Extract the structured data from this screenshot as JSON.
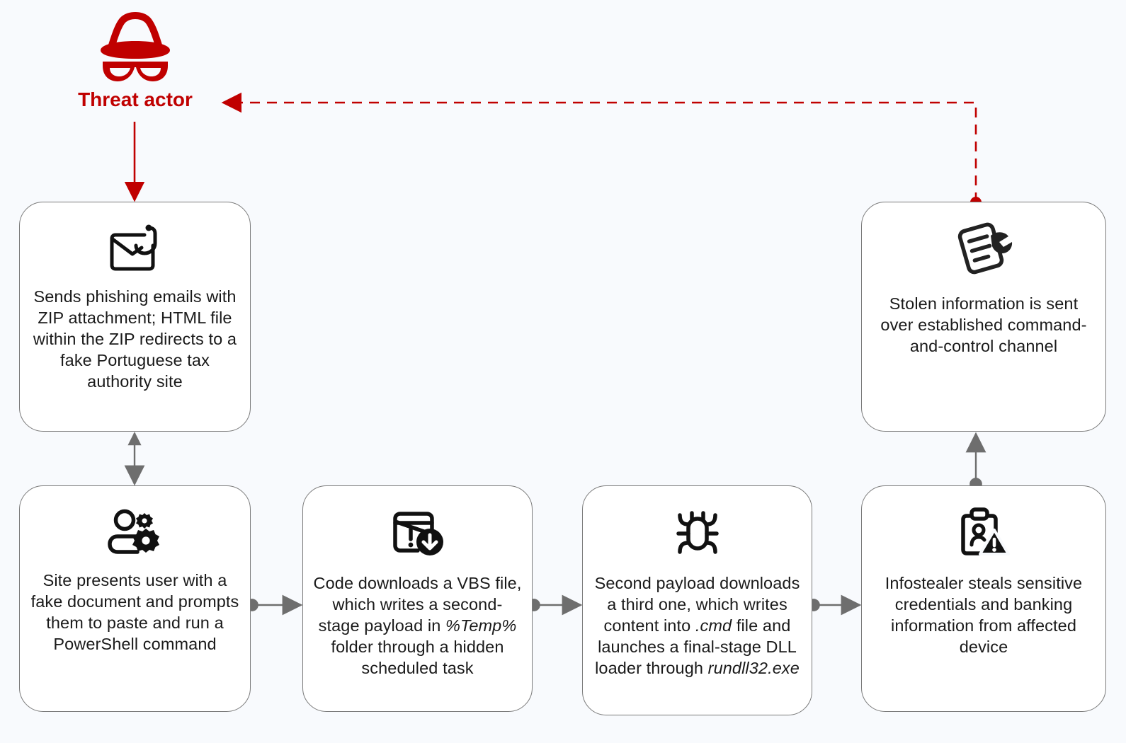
{
  "diagram": {
    "title": "Threat actor attack chain",
    "background_color": "#f8fafd",
    "accent_color": "#c00000",
    "node_border_color": "#7a7a7a",
    "edge_color": "#6e6e6e"
  },
  "actor": {
    "label": "Threat actor",
    "icon": "incognito-spy-icon",
    "color": "#c00000"
  },
  "nodes": [
    {
      "id": "phishing",
      "icon": "phishing-email-hook-icon",
      "text": "Sends phishing emails with ZIP attachment; HTML file within the ZIP redirects to a fake Portuguese tax authority site",
      "lines": [
        "Sends phishing emails",
        "with ZIP attachment;",
        "HTML file within the ZIP",
        "redirects to a fake",
        "Portuguese tax authority",
        "site"
      ]
    },
    {
      "id": "c2",
      "icon": "document-with-pen-icon",
      "text": "Stolen information is sent over established command-and-control channel",
      "lines": [
        "Stolen information is sent",
        "over established",
        "command-and-control",
        "channel"
      ]
    },
    {
      "id": "fakesite",
      "icon": "user-settings-gears-icon",
      "text": "Site presents user with a fake document and prompts them to paste and run a PowerShell command",
      "lines": [
        "Site presents user with a",
        "fake document and",
        "prompts them to paste",
        "and run a PowerShell",
        "command"
      ]
    },
    {
      "id": "vbs",
      "icon": "window-alert-download-icon",
      "text": "Code downloads a VBS file, which writes a second-stage payload in %Temp% folder through a hidden scheduled task",
      "emphasis": [
        "%Temp%"
      ]
    },
    {
      "id": "payload",
      "icon": "bug-malware-icon",
      "text": "Second payload downloads a third one, which writes content into .cmd file and launches a final-stage DLL loader through rundll32.exe",
      "emphasis": [
        ".cmd",
        "rundll32.exe"
      ]
    },
    {
      "id": "infostealer",
      "icon": "clipboard-person-warning-icon",
      "text": "Infostealer steals sensitive credentials and banking information from affected device",
      "lines": [
        "Infostealer steals sensitive",
        "credentials and banking",
        "information from affected",
        "device"
      ]
    }
  ],
  "edges": [
    {
      "id": "actor-to-phishing",
      "from": "threat-actor",
      "to": "phishing",
      "style": "solid",
      "color": "#c00000",
      "direction": "down"
    },
    {
      "id": "phishing-to-fakesite",
      "from": "phishing",
      "to": "fakesite",
      "style": "solid",
      "color": "#6e6e6e",
      "direction": "down"
    },
    {
      "id": "fakesite-to-vbs",
      "from": "fakesite",
      "to": "vbs",
      "style": "solid",
      "color": "#6e6e6e",
      "direction": "right"
    },
    {
      "id": "vbs-to-payload",
      "from": "vbs",
      "to": "payload",
      "style": "solid",
      "color": "#6e6e6e",
      "direction": "right"
    },
    {
      "id": "payload-to-infostealer",
      "from": "payload",
      "to": "infostealer",
      "style": "solid",
      "color": "#6e6e6e",
      "direction": "right"
    },
    {
      "id": "infostealer-to-c2",
      "from": "infostealer",
      "to": "c2",
      "style": "solid",
      "color": "#6e6e6e",
      "direction": "up"
    },
    {
      "id": "c2-to-actor",
      "from": "c2",
      "to": "threat-actor",
      "style": "dashed",
      "color": "#c00000",
      "direction": "left"
    }
  ]
}
